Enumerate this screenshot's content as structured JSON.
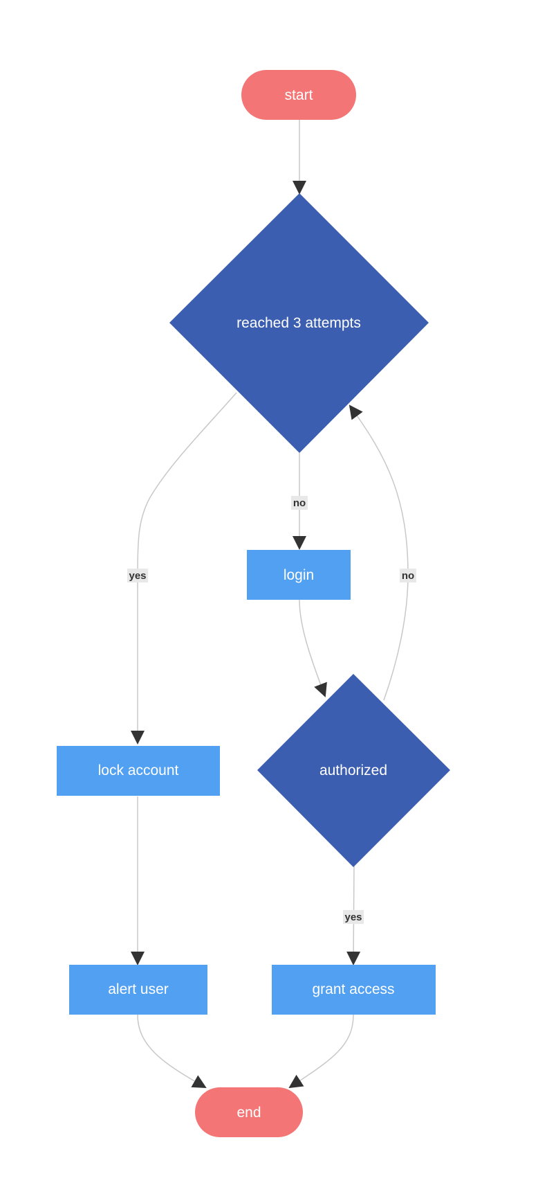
{
  "colors": {
    "terminal": "#f47575",
    "decision": "#3c5eb0",
    "process": "#52a0f2",
    "edge": "#c8c8c8",
    "arrow": "#333333",
    "label_bg": "#e8e8e8"
  },
  "nodes": {
    "start": "start",
    "attempts": "reached 3 attempts",
    "login": "login",
    "lock": "lock account",
    "authorized": "authorized",
    "alert": "alert user",
    "grant": "grant access",
    "end": "end"
  },
  "edges": {
    "attempts_no": "no",
    "attempts_yes": "yes",
    "authorized_no": "no",
    "authorized_yes": "yes"
  }
}
